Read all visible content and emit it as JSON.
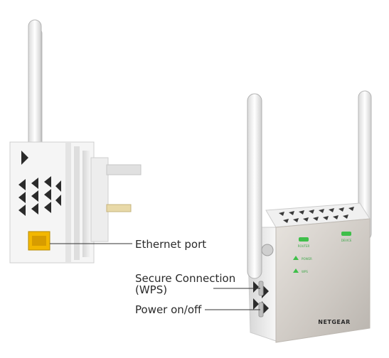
{
  "callouts": {
    "ethernet": "Ethernet port",
    "wps_line1": "Secure Connection",
    "wps_line2": "(WPS)",
    "power": "Power on/off"
  },
  "device": {
    "brand": "NETGEAR",
    "led_router": "ROUTER",
    "led_device": "DEVICE",
    "led_power": "POWER",
    "led_wps": "WPS"
  },
  "colors": {
    "led_green": "#3fbf4a",
    "ethernet_port": "#f2b700",
    "body_white": "#f4f4f4",
    "panel_grey": "#ccc7c1"
  }
}
